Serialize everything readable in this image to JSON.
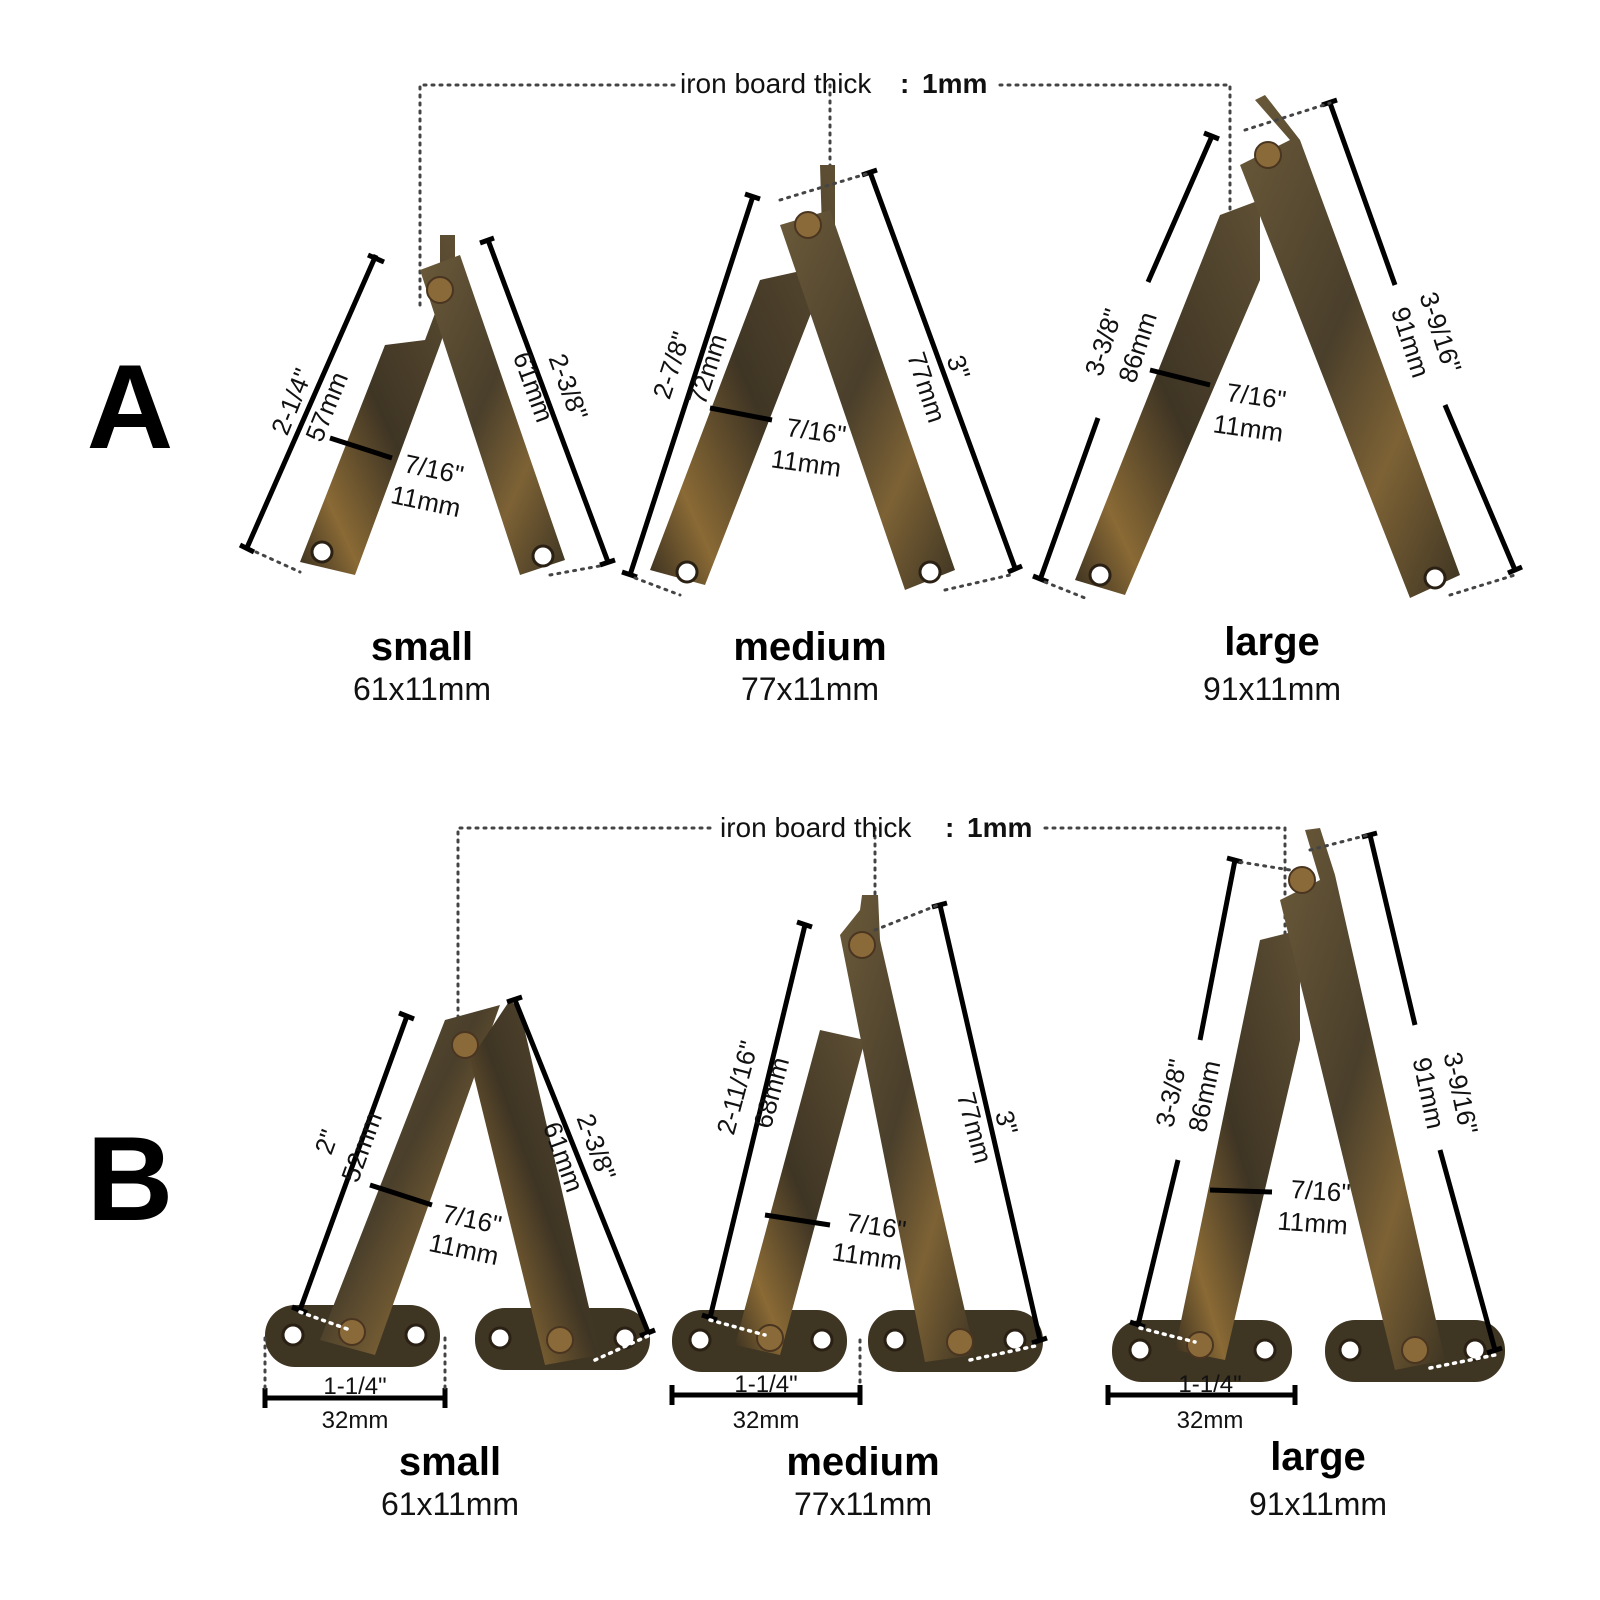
{
  "colors": {
    "brass_dark": "#3e3523",
    "brass_mid": "#6b5a3a",
    "brass_light": "#9a7f4c",
    "background": "#ffffff"
  },
  "section_a": {
    "label": "A",
    "thickness_label": "iron board thick",
    "thickness_value": "1mm",
    "small": {
      "title": "small",
      "size": "61x11mm",
      "short_in": "2-1/4\"",
      "short_mm": "57mm",
      "long_in": "2-3/8\"",
      "long_mm": "61mm",
      "width_in": "7/16\"",
      "width_mm": "11mm"
    },
    "medium": {
      "title": "medium",
      "size": "77x11mm",
      "short_in": "2-7/8\"",
      "short_mm": "72mm",
      "long_in": "3\"",
      "long_mm": "77mm",
      "width_in": "7/16\"",
      "width_mm": "11mm"
    },
    "large": {
      "title": "large",
      "size": "91x11mm",
      "short_in": "3-3/8\"",
      "short_mm": "86mm",
      "long_in": "3-9/16\"",
      "long_mm": "91mm",
      "width_in": "7/16\"",
      "width_mm": "11mm"
    }
  },
  "section_b": {
    "label": "B",
    "thickness_label": "iron board thick",
    "thickness_value": "1mm",
    "base_in": "1-1/4\"",
    "base_mm": "32mm",
    "small": {
      "title": "small",
      "size": "61x11mm",
      "short_in": "2\"",
      "short_mm": "52mm",
      "long_in": "2-3/8\"",
      "long_mm": "61mm",
      "width_in": "7/16\"",
      "width_mm": "11mm"
    },
    "medium": {
      "title": "medium",
      "size": "77x11mm",
      "short_in": "2-11/16\"",
      "short_mm": "68mm",
      "long_in": "3\"",
      "long_mm": "77mm",
      "width_in": "7/16\"",
      "width_mm": "11mm"
    },
    "large": {
      "title": "large",
      "size": "91x11mm",
      "short_in": "3-3/8\"",
      "short_mm": "86mm",
      "long_in": "3-9/16\"",
      "long_mm": "91mm",
      "width_in": "7/16\"",
      "width_mm": "11mm"
    }
  }
}
